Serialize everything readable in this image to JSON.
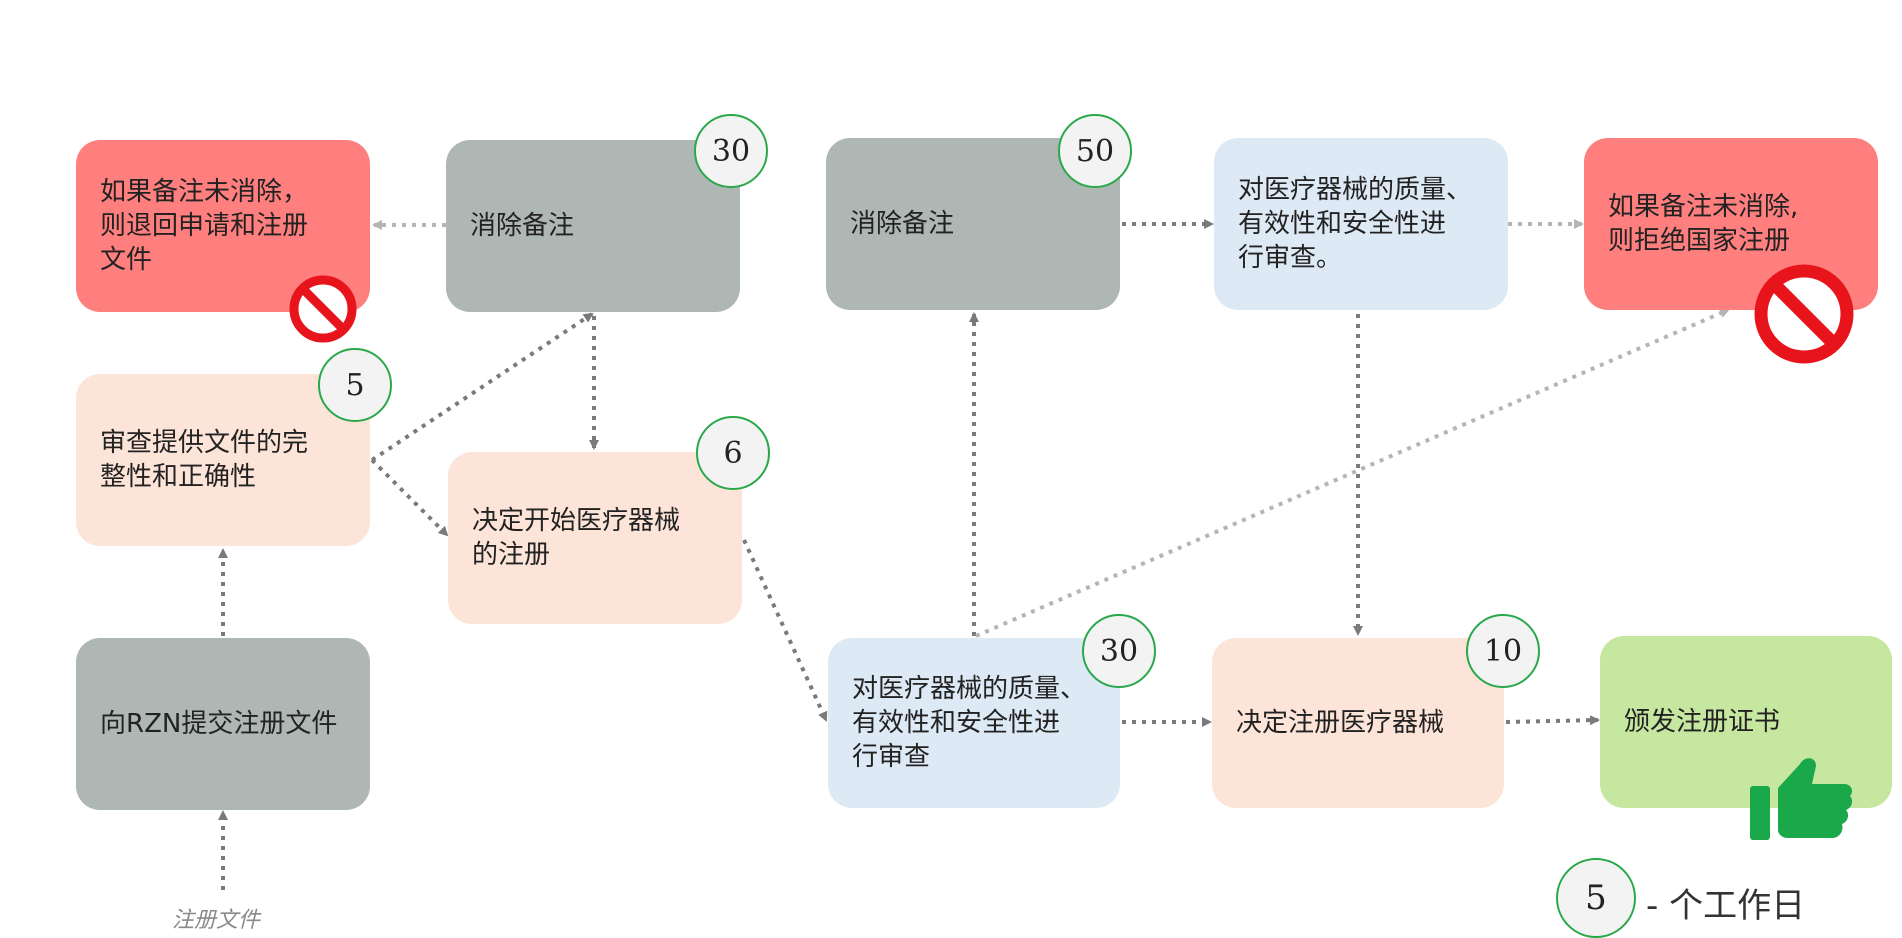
{
  "boxes": {
    "reject_return": "如果备注未消除，\n则退回申请和注册\n文件",
    "remove_note_1": "消除备注",
    "remove_note_2": "消除备注",
    "review_quality_top": "对医疗器械的质量、\n有效性和安全性进\n行审查。",
    "reject_state": "如果备注未消除,\n则拒绝国家注册",
    "check_docs": "审查提供文件的完\n整性和正确性",
    "decide_start": "决定开始医疗器械\n的注册",
    "submit_docs": "向RZN提交注册文件",
    "review_quality_bottom": "对医疗器械的质量、\n有效性和安全性进\n行审查",
    "decide_register": "决定注册医疗器械",
    "issue_cert": "颁发注册证书"
  },
  "badges": {
    "remove_note_1": "30",
    "remove_note_2": "50",
    "check_docs": "5",
    "decide_start": "6",
    "review_quality_bottom": "30",
    "decide_register": "10"
  },
  "caption": "注册文件",
  "legend": {
    "badge": "5",
    "text": "- 个工作日"
  },
  "colors": {
    "gray": "#aeb7b3",
    "red": "#ff7f7f",
    "peach": "#fde4d8",
    "blue": "#dde9f5",
    "green": "#c6e7a0",
    "badge_border": "#2aa84a",
    "prohibit_red": "#e8141c",
    "thumb_green": "#1aa84a"
  },
  "icons": [
    "prohibited-icon",
    "thumbs-up-icon"
  ]
}
